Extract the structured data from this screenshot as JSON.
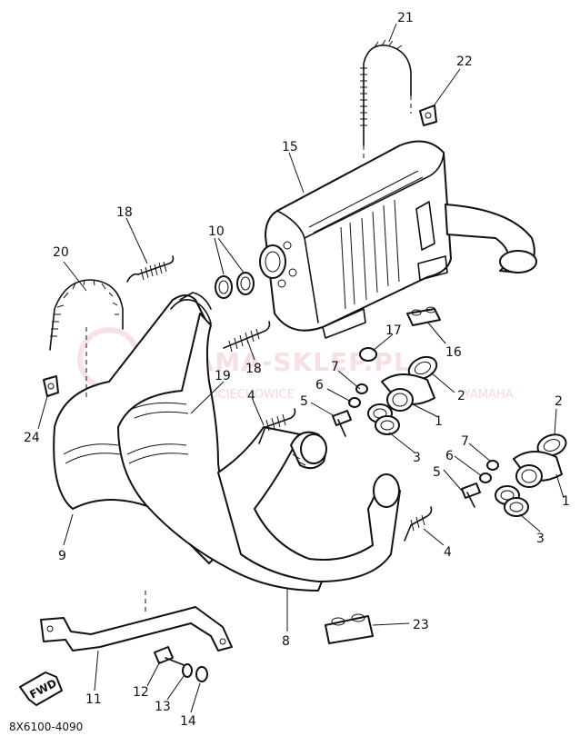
{
  "diagram_code": "8X6100-4090",
  "watermark": {
    "brand": "YAMA-SKLEP.PL",
    "left_text": "MOTOCIECHOWICE",
    "right_text": "YAMAHA"
  },
  "callouts": {
    "c1a": "1",
    "c1b": "1",
    "c2a": "2",
    "c2b": "2",
    "c3a": "3",
    "c3b": "3",
    "c4a": "4",
    "c4b": "4",
    "c5a": "5",
    "c5b": "5",
    "c6a": "6",
    "c6b": "6",
    "c7a": "7",
    "c7b": "7",
    "c8": "8",
    "c9": "9",
    "c10": "10",
    "c11": "11",
    "c12": "12",
    "c13": "13",
    "c14": "14",
    "c15": "15",
    "c16": "16",
    "c17": "17",
    "c18a": "18",
    "c18b": "18",
    "c19": "19",
    "c20": "20",
    "c21": "21",
    "c22": "22",
    "c23": "23",
    "c24": "24"
  },
  "fwd_label": "FWD"
}
